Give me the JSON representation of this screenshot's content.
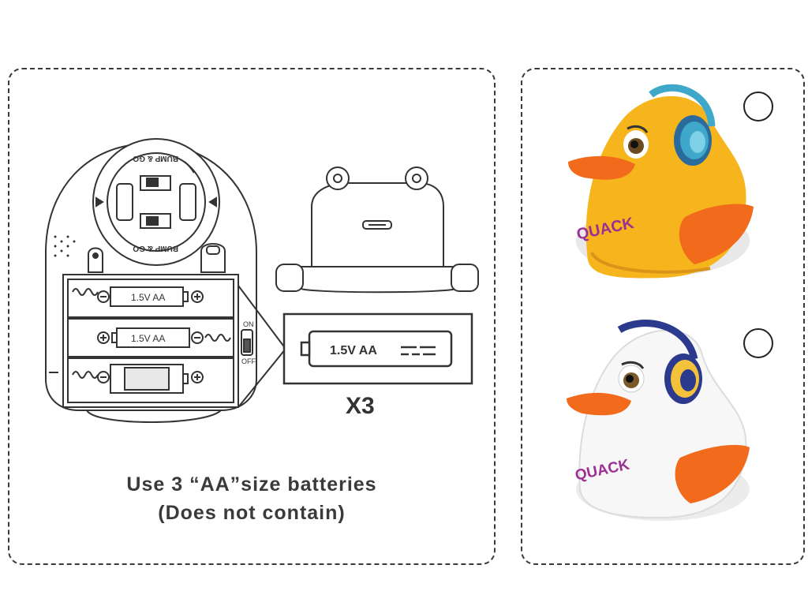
{
  "instructions": {
    "line1": "Use 3 “AA”size batteries",
    "line2": "(Does not contain)"
  },
  "battery_compartment": {
    "battery_label": "1.5V AA",
    "switch_on": "ON",
    "switch_off": "OFF",
    "dial_text_top": "BUMP & GO",
    "dial_text_bottom": "BUMP & GO",
    "quantity": "X3"
  },
  "detail_battery": {
    "label": "1.5V AA"
  },
  "variants": [
    {
      "name": "yellow-duck",
      "body_color": "#f6b51c",
      "headphone_color": "#3fa7c9"
    },
    {
      "name": "white-duck",
      "body_color": "#f4f4f4",
      "headphone_color": "#2b3a8c"
    }
  ],
  "colors": {
    "border": "#3a3a3a",
    "beak": "#f26a1b",
    "wing": "#f26a1b"
  }
}
